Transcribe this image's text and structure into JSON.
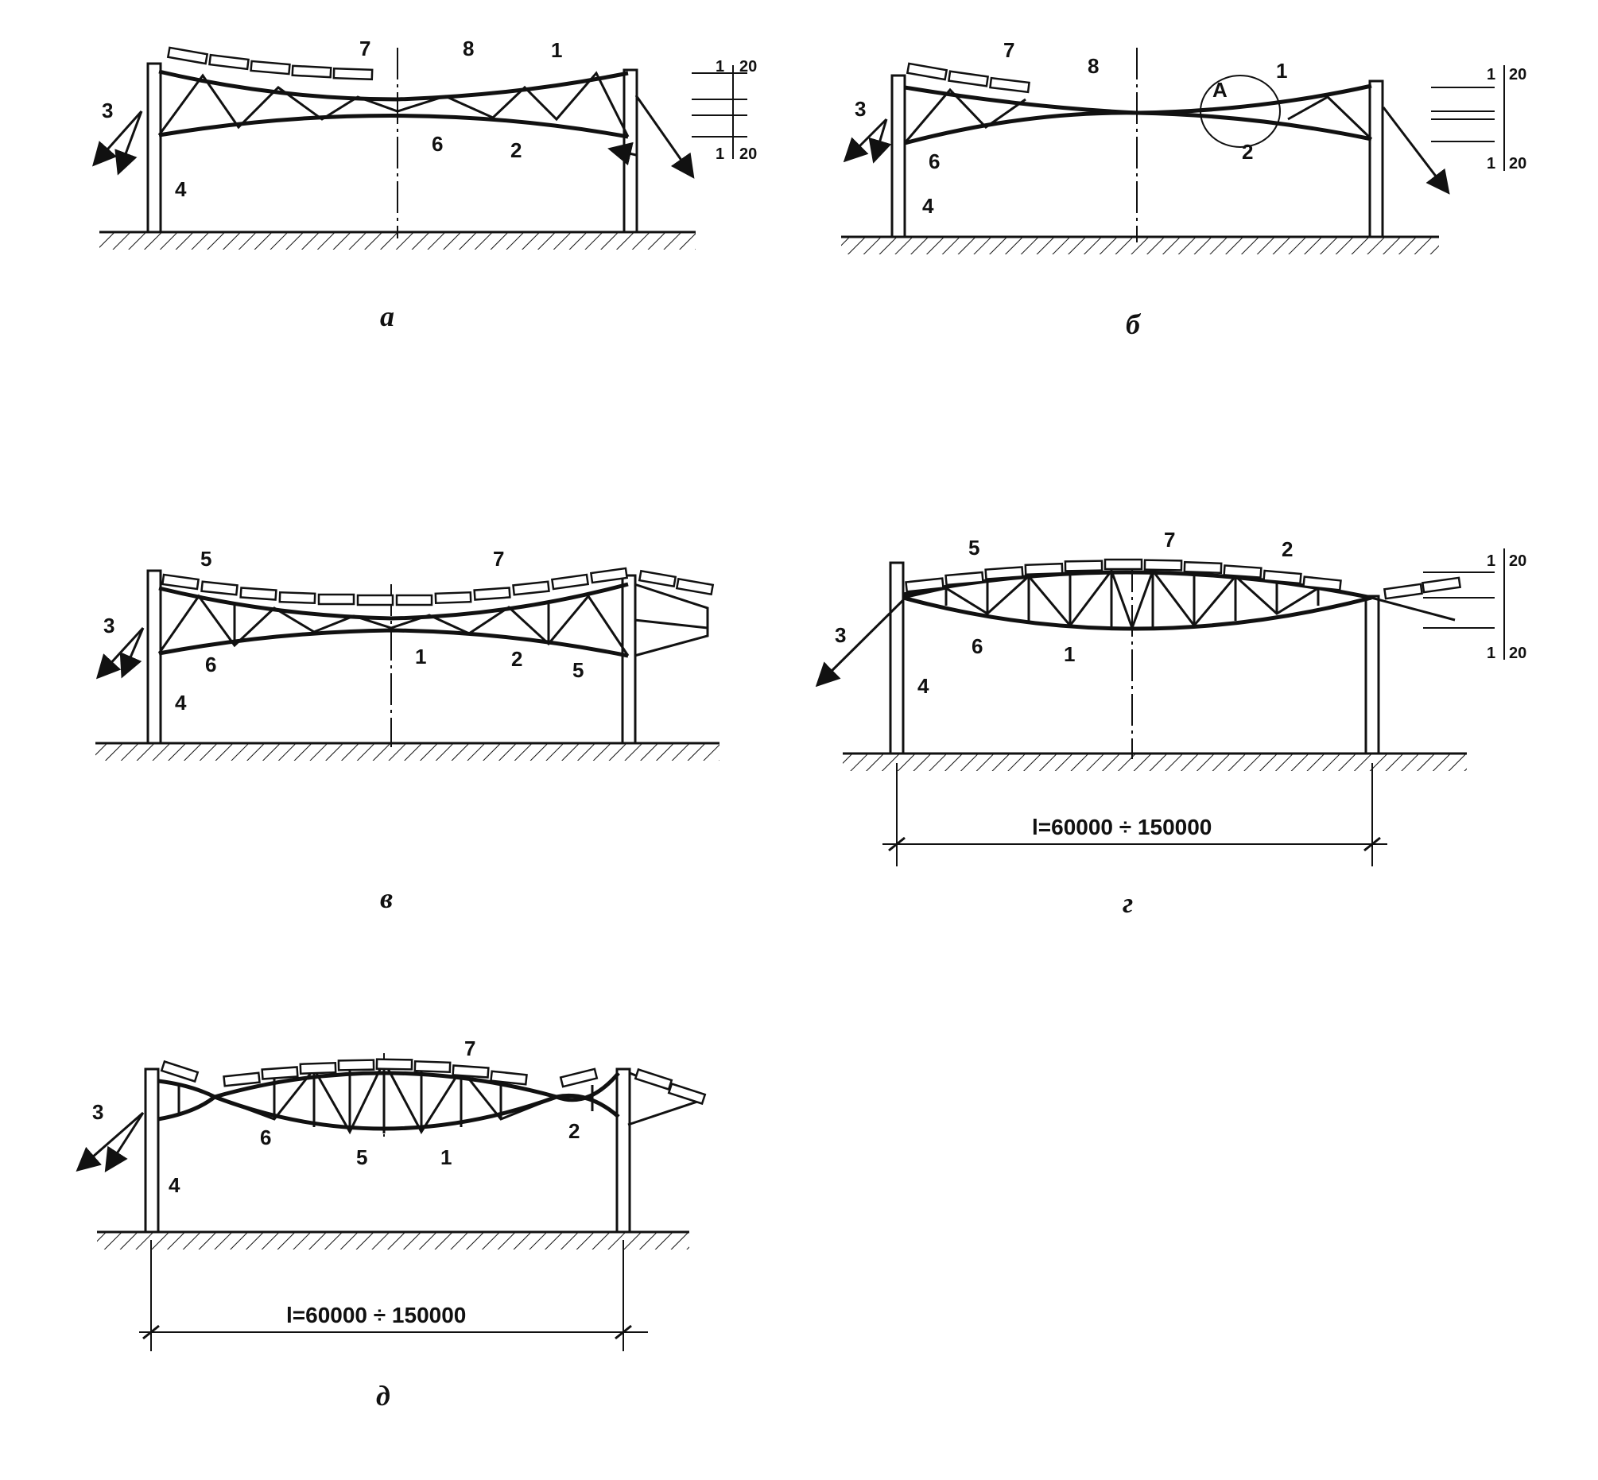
{
  "panels": {
    "a": {
      "caption": "а",
      "labels": [
        "7",
        "8",
        "1",
        "3",
        "6",
        "2",
        "4"
      ],
      "fraction": {
        "num": "1",
        "den": "20"
      }
    },
    "b": {
      "caption": "б",
      "labels": [
        "7",
        "8",
        "1",
        "A",
        "3",
        "6",
        "2",
        "4"
      ],
      "fraction": {
        "num": "1",
        "den": "20"
      }
    },
    "v": {
      "caption": "в",
      "labels": [
        "5",
        "7",
        "3",
        "6",
        "1",
        "2",
        "5",
        "4"
      ]
    },
    "g": {
      "caption": "г",
      "labels": [
        "5",
        "7",
        "2",
        "3",
        "6",
        "1",
        "4"
      ],
      "fraction": {
        "num": "1",
        "den": "20"
      },
      "span": "l=60000 ÷ 150000"
    },
    "d": {
      "caption": "д",
      "labels": [
        "7",
        "3",
        "6",
        "5",
        "1",
        "2",
        "4"
      ],
      "span": "l=60000 ÷ 150000"
    }
  }
}
